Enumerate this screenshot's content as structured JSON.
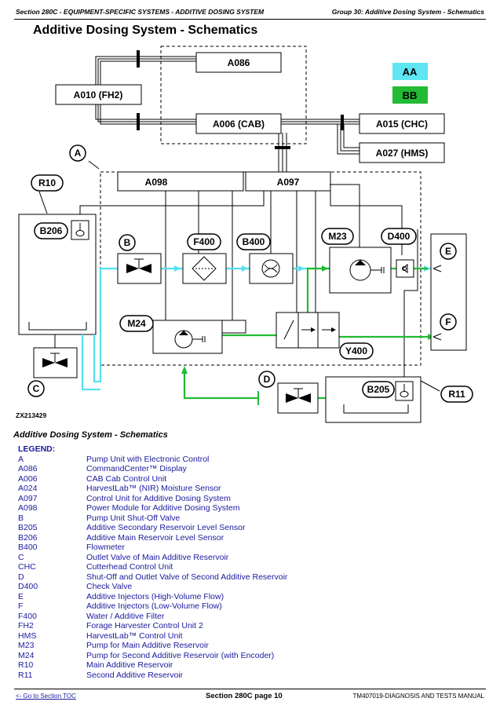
{
  "header": {
    "left": "Section 280C - EQUIPMENT-SPECIFIC SYSTEMS - ADDITIVE DOSING SYSTEM",
    "right": "Group 30: Additive Dosing System - Schematics"
  },
  "title": "Additive Dosing System - Schematics",
  "diagram": {
    "boxes": {
      "a086": "A086",
      "a010": "A010 (FH2)",
      "a006": "A006 (CAB)",
      "a015": "A015 (CHC)",
      "a027": "A027 (HMS)",
      "a098": "A098",
      "a097": "A097"
    },
    "swatches": {
      "aa": {
        "label": "AA",
        "color": "#5fe6f2"
      },
      "bb": {
        "label": "BB",
        "color": "#22bb33"
      }
    },
    "callouts": {
      "A": "A",
      "R10": "R10",
      "B206": "B206",
      "B": "B",
      "F400": "F400",
      "B400": "B400",
      "M23": "M23",
      "D400": "D400",
      "E": "E",
      "F": "F",
      "M24": "M24",
      "Y400": "Y400",
      "C": "C",
      "D": "D",
      "B205": "B205",
      "R11": "R11"
    },
    "figure_id": "ZX213429"
  },
  "subtitle": "Additive Dosing System - Schematics",
  "legend": {
    "title": "LEGEND:",
    "items": [
      {
        "code": "A",
        "desc": "Pump Unit with Electronic Control"
      },
      {
        "code": "A086",
        "desc": "CommandCenter™ Display"
      },
      {
        "code": "A006",
        "desc": "CAB Cab Control Unit"
      },
      {
        "code": "A024",
        "desc": "HarvestLab™ (NIR) Moisture Sensor"
      },
      {
        "code": "A097",
        "desc": "Control Unit for Additive Dosing System"
      },
      {
        "code": "A098",
        "desc": "Power Module for Additive Dosing System"
      },
      {
        "code": "B",
        "desc": "Pump Unit Shut-Off Valve"
      },
      {
        "code": "B205",
        "desc": "Additive Secondary Reservoir Level Sensor"
      },
      {
        "code": "B206",
        "desc": "Additive Main Reservoir Level Sensor"
      },
      {
        "code": "B400",
        "desc": "Flowmeter"
      },
      {
        "code": "C",
        "desc": "Outlet Valve of Main Additive Reservoir"
      },
      {
        "code": "CHC",
        "desc": "Cutterhead Control Unit"
      },
      {
        "code": "D",
        "desc": "Shut-Off and Outlet Valve of Second Additive Reservoir"
      },
      {
        "code": "D400",
        "desc": "Check Valve"
      },
      {
        "code": "E",
        "desc": "Additive Injectors (High-Volume Flow)"
      },
      {
        "code": "F",
        "desc": "Additive Injectors (Low-Volume Flow)"
      },
      {
        "code": "F400",
        "desc": "Water / Additive Filter"
      },
      {
        "code": "FH2",
        "desc": "Forage Harvester Control Unit 2"
      },
      {
        "code": "HMS",
        "desc": "HarvestLab™ Control Unit"
      },
      {
        "code": "M23",
        "desc": "Pump for Main Additive Reservoir"
      },
      {
        "code": "M24",
        "desc": "Pump for Second Additive Reservoir (with Encoder)"
      },
      {
        "code": "R10",
        "desc": "Main Additive Reservoir"
      },
      {
        "code": "R11",
        "desc": "Second Additive Reservoir"
      }
    ]
  },
  "footer": {
    "toc_link": "<- Go to Section TOC",
    "page": "Section 280C page 10",
    "manual": "TM407019-DIAGNOSIS AND TESTS MANUAL"
  }
}
